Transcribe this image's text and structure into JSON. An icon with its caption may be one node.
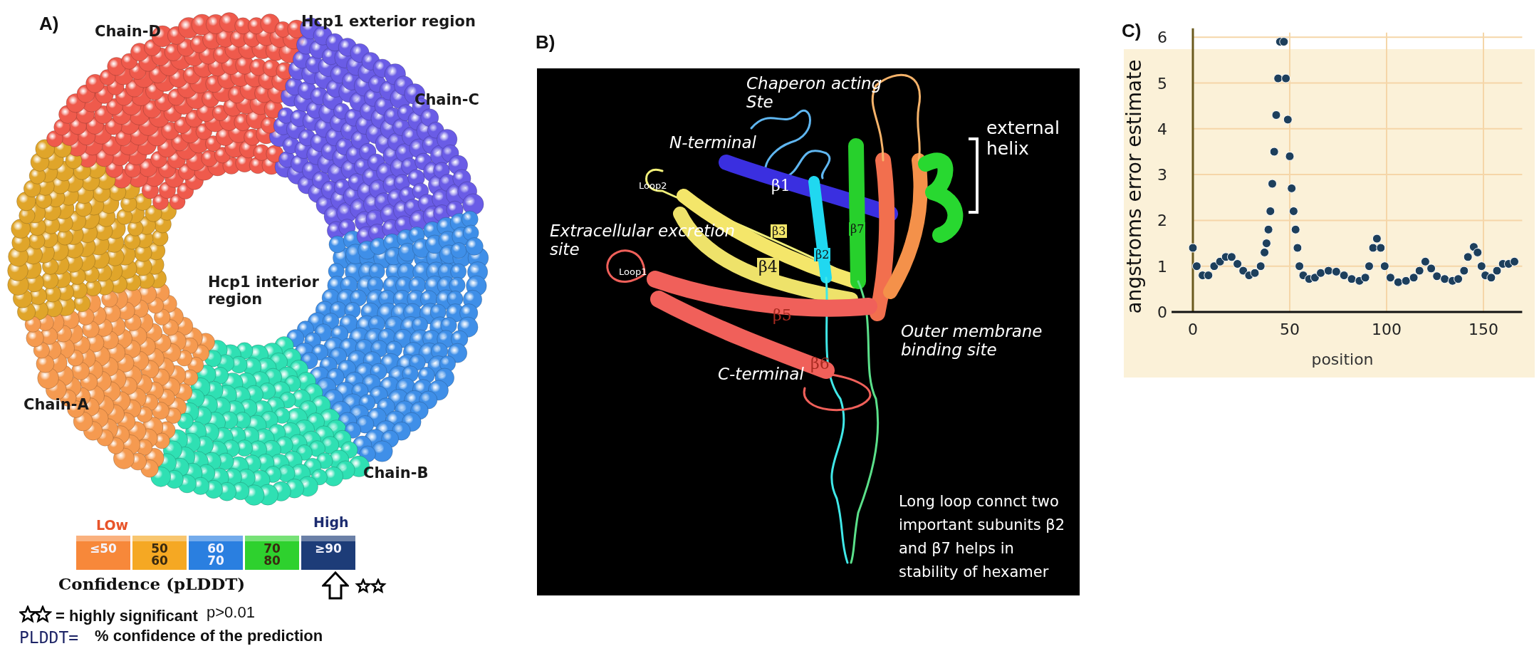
{
  "diagram": {
    "labels": [
      "A)",
      "Chain-D",
      "Hcp1 exterior region",
      "Chain-C",
      "Hcp1 interior region",
      "Chain-A",
      "Chain-B",
      "LOw",
      "High",
      "Confidence (pLDDT)",
      "= highly significant",
      "p>0.01",
      "PLDDT=",
      "% confidence of the prediction",
      "B)",
      "Chaperon acting Ste",
      "N-terminal",
      "external helix",
      "Loop2",
      "β1",
      "β3",
      "β7",
      "Extracellular excretion site",
      "β2",
      "β4",
      "Loop1",
      "β5",
      "Outer membrane binding site",
      "β6",
      "C-terminal",
      "Long loop connct two important subunits β2 and β7 helps in stability of hexamer",
      "C)"
    ],
    "legend": [
      {
        "text": "≤50",
        "color": "#f7883a"
      },
      {
        "text": "50 60",
        "color": "#f5a823"
      },
      {
        "text": "60 70",
        "color": "#2a7fe0"
      },
      {
        "text": "70 80",
        "color": "#2ed12e"
      },
      {
        "text": "≥90",
        "color": "#1d3c78"
      }
    ],
    "chart_data": {
      "type": "scatter",
      "xlabel": "position",
      "ylabel": "angstroms error estimate",
      "x": [
        0,
        2,
        5,
        8,
        11,
        14,
        17,
        20,
        23,
        26,
        29,
        32,
        35,
        37,
        38,
        39,
        40,
        41,
        42,
        43,
        44,
        45,
        47,
        48,
        49,
        50,
        51,
        52,
        53,
        54,
        55,
        57,
        60,
        63,
        66,
        70,
        74,
        78,
        82,
        86,
        89,
        91,
        93,
        95,
        97,
        99,
        102,
        106,
        110,
        114,
        117,
        120,
        123,
        126,
        130,
        134,
        137,
        140,
        142,
        145,
        147,
        149,
        151,
        154,
        157,
        160,
        163,
        166
      ],
      "series": [
        {
          "color": "#1d3f5c",
          "values": [
            1.4,
            1.0,
            0.8,
            0.8,
            1.0,
            1.1,
            1.2,
            1.2,
            1.05,
            0.9,
            0.8,
            0.85,
            1.0,
            1.3,
            1.5,
            1.8,
            2.2,
            2.8,
            3.5,
            4.3,
            5.1,
            5.9,
            5.9,
            5.1,
            4.2,
            3.4,
            2.7,
            2.2,
            1.8,
            1.4,
            1.0,
            0.8,
            0.72,
            0.75,
            0.85,
            0.9,
            0.88,
            0.8,
            0.72,
            0.68,
            0.75,
            1.0,
            1.4,
            1.6,
            1.4,
            1.0,
            0.75,
            0.65,
            0.68,
            0.75,
            0.9,
            1.1,
            0.95,
            0.78,
            0.72,
            0.68,
            0.72,
            0.9,
            1.2,
            1.42,
            1.3,
            1.0,
            0.8,
            0.75,
            0.9,
            1.05,
            1.05,
            1.1
          ]
        }
      ],
      "xlim": [
        -11,
        170
      ],
      "ylim": [
        0,
        6.1
      ],
      "grid": true,
      "xticks": [
        0,
        50,
        100,
        150
      ],
      "yticks": [
        0,
        1,
        2,
        3,
        4,
        5,
        6
      ]
    }
  }
}
